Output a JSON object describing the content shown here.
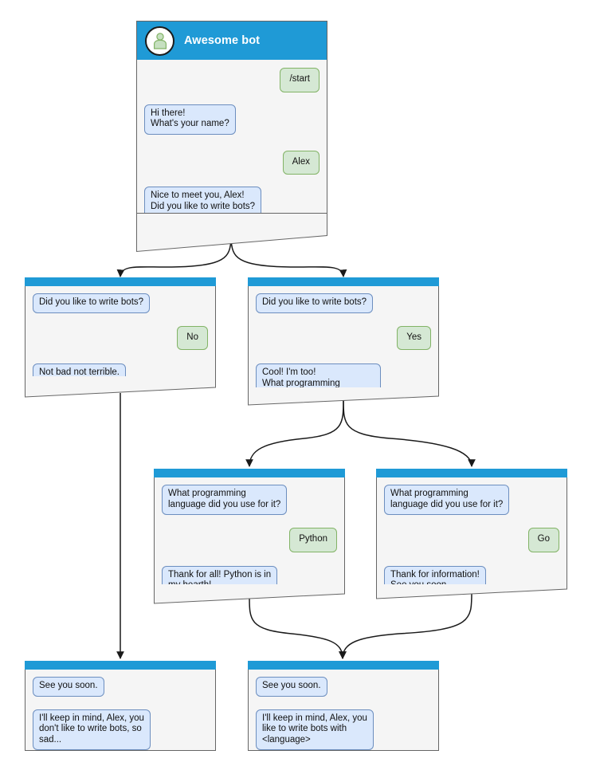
{
  "diagram": {
    "title": "Awesome bot conversation flow",
    "colors": {
      "header_blue": "#1f9ad6",
      "card_background": "#f5f5f5",
      "card_border": "#666666",
      "bot_bubble_fill": "#dae8fc",
      "bot_bubble_border": "#6c8ebf",
      "user_bubble_fill": "#d5e8d4",
      "user_bubble_border": "#82b366",
      "avatar_icon": "#b9d9b2",
      "edge": "#1a1a1a",
      "page_background": "#ffffff"
    }
  },
  "nodes": {
    "start": {
      "id": "start",
      "header_title": "Awesome bot",
      "avatar_icon": "person-icon",
      "messages": [
        {
          "side": "user",
          "text": "/start"
        },
        {
          "side": "bot",
          "text": "Hi there!\nWhat's your name?"
        },
        {
          "side": "user",
          "text": "Alex"
        },
        {
          "side": "bot",
          "text": "Nice to meet you, Alex!\nDid you like to write bots?"
        }
      ]
    },
    "answer_no": {
      "id": "answer_no",
      "messages": [
        {
          "side": "bot",
          "text": "Did you like to write bots?"
        },
        {
          "side": "user",
          "text": "No"
        },
        {
          "side": "bot",
          "text": "Not bad not terrible.\nSee you soon."
        }
      ]
    },
    "answer_yes": {
      "id": "answer_yes",
      "messages": [
        {
          "side": "bot",
          "text": "Did you like to write bots?"
        },
        {
          "side": "user",
          "text": "Yes"
        },
        {
          "side": "bot",
          "text": "Cool! I'm too!\nWhat programming\nlanguage did you use for it?"
        }
      ]
    },
    "lang_python": {
      "id": "lang_python",
      "messages": [
        {
          "side": "bot",
          "text": "What programming\nlanguage did you use for it?"
        },
        {
          "side": "user",
          "text": "Python"
        },
        {
          "side": "bot",
          "text": "Thank for all! Python is in\nmy hearth!\nSee you soon."
        }
      ]
    },
    "lang_go": {
      "id": "lang_go",
      "messages": [
        {
          "side": "bot",
          "text": "What programming\nlanguage did you use for it?"
        },
        {
          "side": "user",
          "text": "Go"
        },
        {
          "side": "bot",
          "text": "Thank for information!\nSee you soon."
        }
      ]
    },
    "end_sad": {
      "id": "end_sad",
      "messages": [
        {
          "side": "bot",
          "text": "See you soon."
        },
        {
          "side": "bot",
          "text": "I'll keep in mind, Alex, you\ndon't like to write bots, so\nsad..."
        }
      ]
    },
    "end_happy": {
      "id": "end_happy",
      "messages": [
        {
          "side": "bot",
          "text": "See you soon."
        },
        {
          "side": "bot",
          "text": "I'll keep in mind, Alex, you\nlike to write bots with\n<language>"
        }
      ]
    }
  },
  "edges": [
    {
      "from": "start",
      "to": "answer_no",
      "kind": "curve"
    },
    {
      "from": "start",
      "to": "answer_yes",
      "kind": "curve"
    },
    {
      "from": "answer_yes",
      "to": "lang_python",
      "kind": "curve"
    },
    {
      "from": "answer_yes",
      "to": "lang_go",
      "kind": "curve"
    },
    {
      "from": "answer_no",
      "to": "end_sad",
      "kind": "straight"
    },
    {
      "from": "lang_python",
      "to": "end_happy",
      "kind": "curve"
    },
    {
      "from": "lang_go",
      "to": "end_happy",
      "kind": "curve"
    }
  ]
}
